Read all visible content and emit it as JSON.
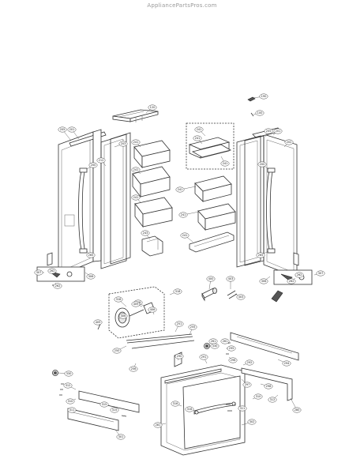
{
  "watermark": "AppliancePartsPros.com",
  "labels": [
    {
      "key": "cap1",
      "text": "120"
    },
    {
      "key": "cap2",
      "text": "190"
    },
    {
      "key": "top_handle",
      "text": "100"
    },
    {
      "key": "l_205",
      "text": "205"
    },
    {
      "key": "l_201",
      "text": "201"
    },
    {
      "key": "l_203",
      "text": "203"
    },
    {
      "key": "l_200",
      "text": "200"
    },
    {
      "key": "l_212",
      "text": "212"
    },
    {
      "key": "bin_l1",
      "text": "241"
    },
    {
      "key": "bin_l2",
      "text": "241"
    },
    {
      "key": "bin_l3",
      "text": "241"
    },
    {
      "key": "box_top",
      "text": "241"
    },
    {
      "key": "box_mid",
      "text": "241"
    },
    {
      "key": "box_r",
      "text": "241"
    },
    {
      "key": "mid_r1",
      "text": "241"
    },
    {
      "key": "mid_r2",
      "text": "241"
    },
    {
      "key": "mid_r3",
      "text": "241"
    },
    {
      "key": "bracket_l",
      "text": "243"
    },
    {
      "key": "r_205",
      "text": "205"
    },
    {
      "key": "r_201",
      "text": "201"
    },
    {
      "key": "r_202",
      "text": "202"
    },
    {
      "key": "r_200",
      "text": "200"
    },
    {
      "key": "hinge_l1",
      "text": "262"
    },
    {
      "key": "hinge_l2",
      "text": "262"
    },
    {
      "key": "hinge_r1",
      "text": "262"
    },
    {
      "key": "hinge_r2",
      "text": "262"
    },
    {
      "key": "cover_l",
      "text": "265"
    },
    {
      "key": "cover_r",
      "text": "265"
    },
    {
      "key": "handle_l",
      "text": "306"
    },
    {
      "key": "handle_r",
      "text": "306"
    },
    {
      "key": "bar_l",
      "text": "307"
    },
    {
      "key": "bar_r",
      "text": "307"
    },
    {
      "key": "kit_a",
      "text": "318"
    },
    {
      "key": "kit_b",
      "text": "318"
    },
    {
      "key": "kit_c",
      "text": "318"
    },
    {
      "key": "tube_a",
      "text": "409"
    },
    {
      "key": "tube_b",
      "text": "409"
    },
    {
      "key": "filter",
      "text": "400"
    },
    {
      "key": "cart_a",
      "text": "403"
    },
    {
      "key": "cart_b",
      "text": "403"
    },
    {
      "key": "pin_a",
      "text": "406"
    },
    {
      "key": "pin_b",
      "text": "406"
    },
    {
      "key": "rail_l1",
      "text": "250"
    },
    {
      "key": "rail_l2",
      "text": "251"
    },
    {
      "key": "rail_top",
      "text": "255"
    },
    {
      "key": "rail_top2",
      "text": "256"
    },
    {
      "key": "clip1",
      "text": "261"
    },
    {
      "key": "clip2",
      "text": "261"
    },
    {
      "key": "d_290",
      "text": "290"
    },
    {
      "key": "d_291",
      "text": "291"
    },
    {
      "key": "d_292",
      "text": "292"
    },
    {
      "key": "d_294",
      "text": "294"
    },
    {
      "key": "d_295",
      "text": "295"
    },
    {
      "key": "d_296",
      "text": "296"
    },
    {
      "key": "d_297",
      "text": "297"
    },
    {
      "key": "d_298",
      "text": "298"
    },
    {
      "key": "rl_1",
      "text": "310"
    },
    {
      "key": "rl_2",
      "text": "311"
    },
    {
      "key": "rl_3",
      "text": "312"
    },
    {
      "key": "rr_1",
      "text": "310"
    },
    {
      "key": "rr_2",
      "text": "311"
    },
    {
      "key": "rr_3",
      "text": "312"
    },
    {
      "key": "scr1",
      "text": "315"
    },
    {
      "key": "scr2",
      "text": "315"
    },
    {
      "key": "scr3",
      "text": "316"
    },
    {
      "key": "scr4",
      "text": "316"
    },
    {
      "key": "knob_l",
      "text": "330"
    },
    {
      "key": "knob_r",
      "text": "330"
    },
    {
      "key": "bot_l",
      "text": "301"
    },
    {
      "key": "bot_r",
      "text": "302"
    },
    {
      "key": "w_280",
      "text": "280"
    },
    {
      "key": "w_281",
      "text": "281"
    }
  ]
}
